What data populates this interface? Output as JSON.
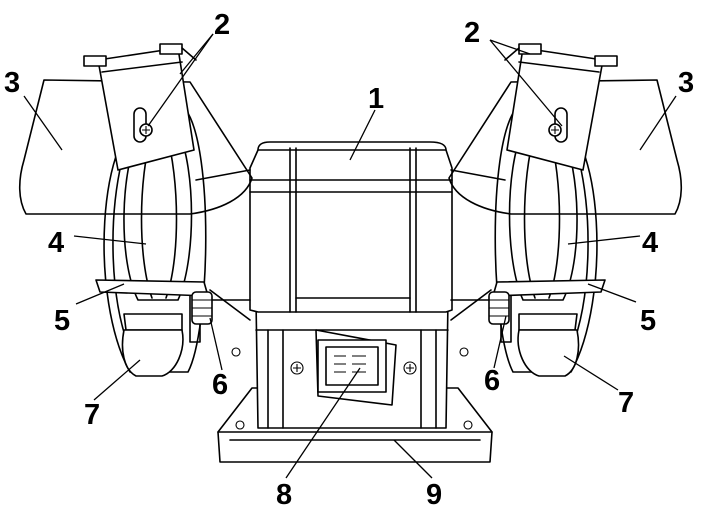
{
  "callouts": [
    {
      "id": "motor-housing",
      "label": "1"
    },
    {
      "id": "eye-shield-bracket",
      "label": "2"
    },
    {
      "id": "eye-shield",
      "label": "3"
    },
    {
      "id": "grinding-wheel",
      "label": "4"
    },
    {
      "id": "tool-rest",
      "label": "5"
    },
    {
      "id": "tool-rest-knob",
      "label": "6"
    },
    {
      "id": "wheel-guard",
      "label": "7"
    },
    {
      "id": "power-switch",
      "label": "8"
    },
    {
      "id": "base",
      "label": "9"
    }
  ],
  "colors": {
    "line": "#000000",
    "background": "#ffffff"
  }
}
